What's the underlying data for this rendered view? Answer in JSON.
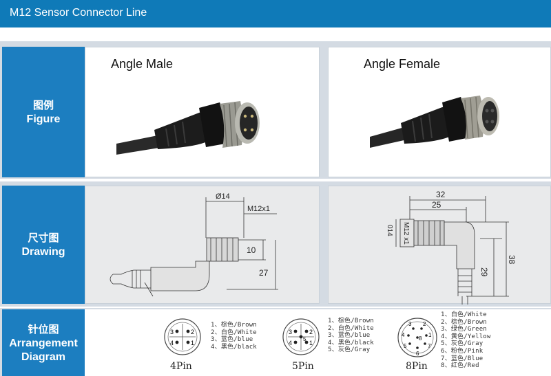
{
  "header": {
    "title": "M12 Sensor Connector Line"
  },
  "rows": [
    {
      "label_cn": "图例",
      "label_en": "Figure"
    },
    {
      "label_cn": "尺寸图",
      "label_en": "Drawing"
    },
    {
      "label_cn": "针位图",
      "label_en": "Arrangement Diagram"
    }
  ],
  "figure": {
    "male_title": "Angle Male",
    "female_title": "Angle Female"
  },
  "drawing_male": {
    "diameter": "Ø14",
    "thread": "M12x1",
    "dim_a": "10",
    "dim_b": "27"
  },
  "drawing_female": {
    "dim_top": "32",
    "dim_mid": "25",
    "dim_side_a": "38",
    "dim_side_b": "29",
    "thread": "M12 x1",
    "diameter": "014"
  },
  "pins": {
    "four": {
      "label": "4Pin",
      "numbers": [
        "3",
        "2",
        "4",
        "1"
      ],
      "colors": [
        "1、棕色/Brown",
        "2、白色/White",
        "3、蓝色/blue",
        "4、黑色/black"
      ]
    },
    "five": {
      "label": "5Pin",
      "numbers": [
        "3",
        "2",
        "5",
        "4",
        "1"
      ],
      "colors": [
        "1、棕色/Brown",
        "2、白色/White",
        "3、蓝色/blue",
        "4、黑色/black",
        "5、灰色/Gray"
      ]
    },
    "eight": {
      "label": "8Pin",
      "numbers": [
        "3",
        "2",
        "4",
        "8",
        "1",
        "7",
        "5",
        "6"
      ],
      "colors": [
        "1、白色/White",
        "2、棕色/Brown",
        "3、绿色/Green",
        "4、黄色/Yellow",
        "5、灰色/Gray",
        "6、粉色/Pink",
        "7、蓝色/Blue",
        "8、红色/Red"
      ]
    }
  }
}
